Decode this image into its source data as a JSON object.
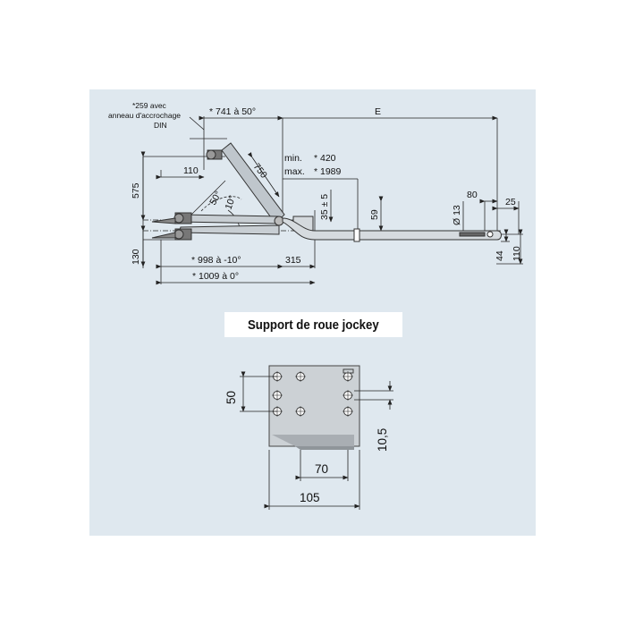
{
  "top_drawing": {
    "labels": {
      "ring_note_1": "*259 avec",
      "ring_note_2": "anneau d'accrochage",
      "ring_note_3": "DIN",
      "d741": "* 741 à 50°",
      "dE": "E",
      "d110a": "110",
      "d750": "750",
      "min_label": "min.",
      "min_value": "* 420",
      "max_label": "max.",
      "max_value": "* 1989",
      "d575": "575",
      "a50": "50°",
      "a10": "10°",
      "d35": "35 ± 5",
      "d59": "59",
      "d13": "Ø 13",
      "d80": "80",
      "d25": "25",
      "d130": "130",
      "d998": "* 998 à -10°",
      "d315": "315",
      "d1009": "* 1009 à 0°",
      "d44": "44",
      "d110b": "110"
    }
  },
  "section_title": "Support de roue jockey",
  "bottom_drawing": {
    "labels": {
      "d50": "50",
      "d70": "70",
      "d105": "105",
      "d10_5": "10,5"
    }
  },
  "colors": {
    "panel_bg": "#dfe8ef",
    "line": "#2a2a2a",
    "part": "#8a8a8a"
  }
}
